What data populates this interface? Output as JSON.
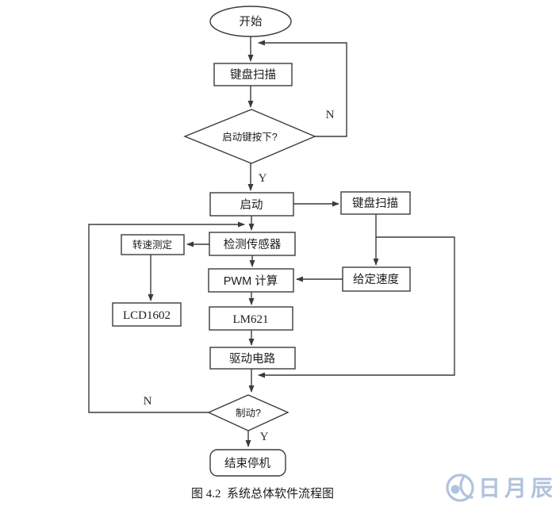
{
  "nodes": {
    "start": "开始",
    "keyboard_scan_top": "键盘扫描",
    "start_key_check": "启动键按下?",
    "launch": "启动",
    "keyboard_scan_right": "键盘扫描",
    "sensor_detect": "检测传感器",
    "speed_measure": "转速测定",
    "pwm_calc": "PWM 计算",
    "given_speed": "给定速度",
    "lcd1602": "LCD1602",
    "lm621": "LM621",
    "drive_circuit": "驱动电路",
    "brake_check": "制动?",
    "end_stop": "结束停机"
  },
  "edges": {
    "no_top_label": "N",
    "yes_top_label": "Y",
    "no_bottom_label": "N",
    "yes_bottom_label": "Y"
  },
  "caption": "图 4.2  系统总体软件流程图",
  "watermark": {
    "text": "日月辰",
    "color": "#b0c3dd"
  },
  "colors": {
    "line": "#3b3b3b",
    "text": "#1c1c1c",
    "background": "#ffffff"
  }
}
